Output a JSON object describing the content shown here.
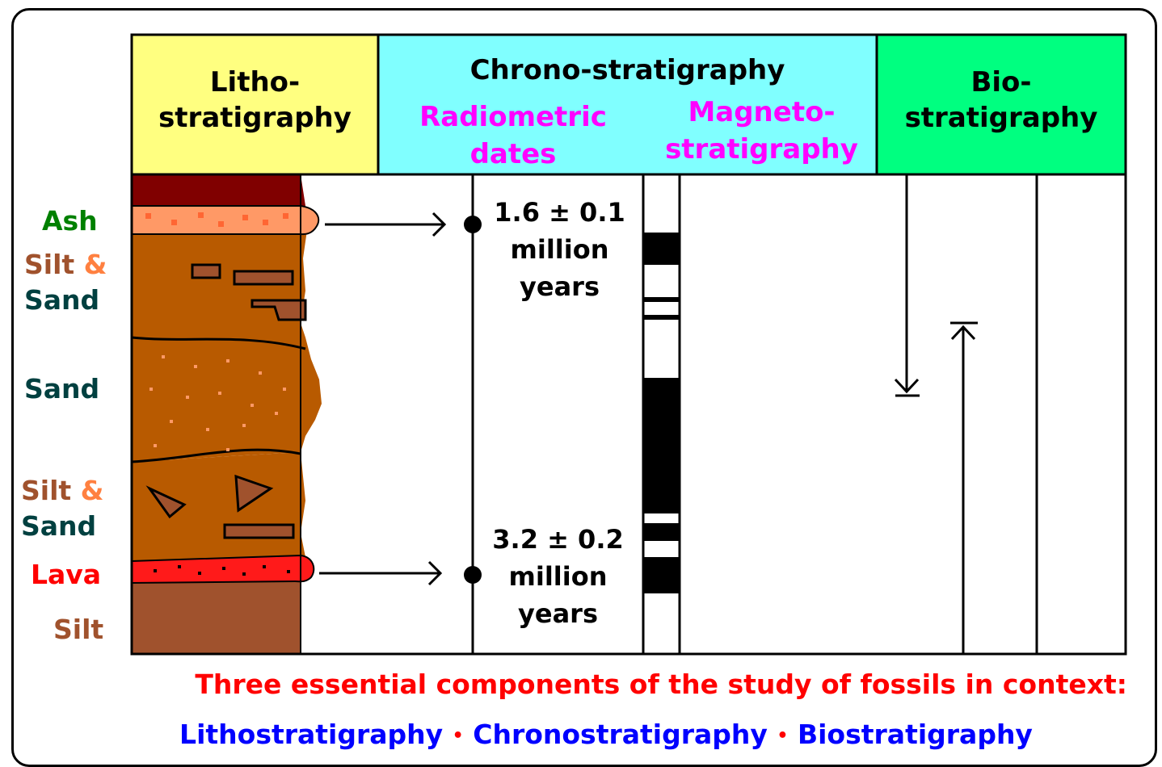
{
  "headers": {
    "litho": [
      "Litho-",
      "stratigraphy"
    ],
    "chrono": "Chrono-stratigraphy",
    "radiometric": [
      "Radiometric",
      "dates"
    ],
    "magneto": [
      "Magneto-",
      "stratigraphy"
    ],
    "bio": [
      "Bio-",
      "stratigraphy"
    ]
  },
  "layer_labels": {
    "ash": "Ash",
    "silt1": "Silt",
    "amp1": "&",
    "sand1": "Sand",
    "sand2": "Sand",
    "silt2": "Silt",
    "amp2": "&",
    "sand3": "Sand",
    "lava": "Lava",
    "silt3": "Silt"
  },
  "dates": {
    "top": [
      "1.6 ± 0.1",
      "million",
      "years"
    ],
    "bottom": [
      "3.2 ± 0.2",
      "million",
      "years"
    ]
  },
  "caption": {
    "line1": "Three essential components of the study of fossils in context:",
    "items": [
      "Lithostratigraphy",
      "Chronostratigraphy",
      "Biostratigraphy"
    ],
    "separator": "•"
  },
  "colors": {
    "litho_header": "#ffff80",
    "chrono_header": "#80ffff",
    "bio_header": "#00ff80",
    "radiometric_text": "#ff00ff",
    "ash_label": "#008000",
    "silt_label": "#a0522d",
    "amp_label": "#ff8040",
    "sand_label": "#004040",
    "lava_label": "#ff0000",
    "sediment": "#b85a00",
    "ash_layer": "#ff9966",
    "topsoil": "#800000",
    "lava_layer": "#ff1a1a",
    "silt_base": "#a0522d",
    "caption_red": "#ff0000",
    "caption_blue": "#0000ff"
  }
}
